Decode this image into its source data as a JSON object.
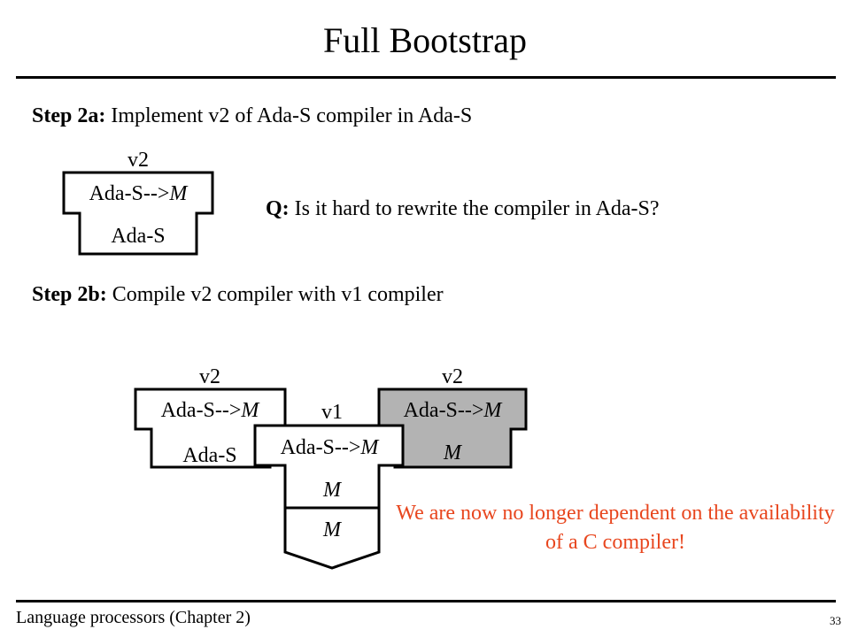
{
  "slide": {
    "title": "Full Bootstrap",
    "step2a": {
      "label": "Step 2a:",
      "text": " Implement v2 of Ada-S compiler in Ada-S"
    },
    "question": {
      "label": "Q:",
      "text": " Is it hard to rewrite the compiler in Ada-S?"
    },
    "step2b": {
      "label": "Step 2b:",
      "text": " Compile v2 compiler with v1 compiler"
    },
    "note": "We are now no longer dependent on the availability of a C compiler!",
    "footer_left": "Language processors (Chapter 2)",
    "page_number": "33"
  },
  "diagram": {
    "tdiagram_2a": {
      "version": "v2",
      "top_source": "Ada-S-->",
      "top_target": "M",
      "bottom": "Ada-S"
    },
    "source_compiler": {
      "version": "v2",
      "top_source": "Ada-S-->",
      "top_target": "M",
      "bottom": "Ada-S"
    },
    "translator": {
      "version": "v1",
      "top_source": "Ada-S-->",
      "top_target": "M",
      "bottom": "M"
    },
    "result_compiler": {
      "version": "v2",
      "top_source": "Ada-S-->",
      "top_target": "M",
      "bottom": "M"
    },
    "machine": {
      "label": "M"
    },
    "colors": {
      "result_fill": "#b3b3b3",
      "note_text": "#e8461e"
    }
  }
}
